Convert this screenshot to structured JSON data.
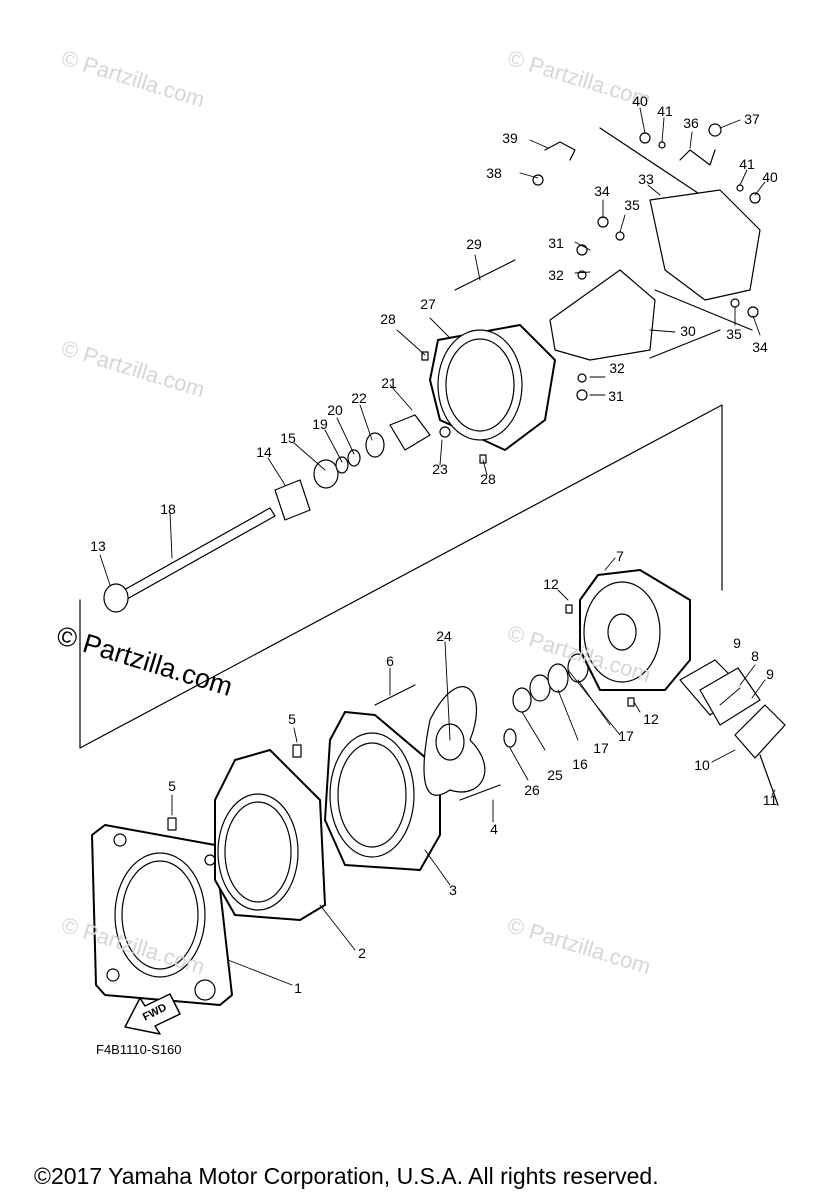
{
  "diagram": {
    "figure_code": "F4B1110-S160",
    "copyright": "©2017  Yamaha Motor Corporation, U.S.A. All rights reserved.",
    "watermark_text": "© Partzilla.com",
    "fwd_label": "FWD",
    "callouts": [
      "1",
      "2",
      "3",
      "4",
      "5",
      "5",
      "6",
      "7",
      "8",
      "9",
      "9",
      "10",
      "11",
      "12",
      "12",
      "13",
      "14",
      "15",
      "16",
      "17",
      "17",
      "18",
      "19",
      "20",
      "21",
      "22",
      "23",
      "24",
      "25",
      "26",
      "27",
      "28",
      "28",
      "29",
      "30",
      "31",
      "31",
      "32",
      "32",
      "33",
      "34",
      "34",
      "35",
      "35",
      "36",
      "37",
      "38",
      "39",
      "40",
      "40",
      "41",
      "41"
    ]
  }
}
